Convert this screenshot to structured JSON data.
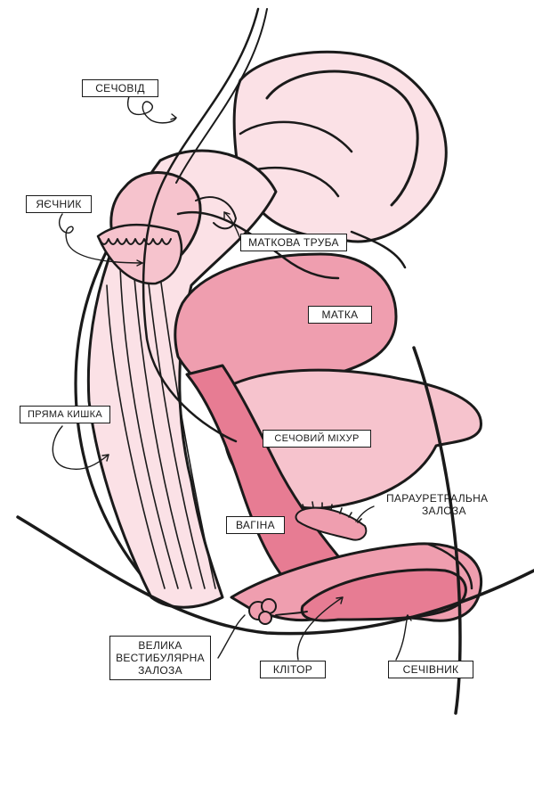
{
  "labels": {
    "ureter": "СЕЧОВІД",
    "ovary": "ЯЄЧНИК",
    "fallopian_tube": "МАТКОВА ТРУБА",
    "uterus": "МАТКА",
    "rectum": "ПРЯМА КИШКА",
    "bladder": "СЕЧОВИЙ МІХУР",
    "vagina": "ВАГІНА",
    "paraurethral_line1": "ПАРАУРЕТРАЛЬНА",
    "paraurethral_line2": "ЗАЛОЗА",
    "bartholin_line1": "ВЕЛИКА",
    "bartholin_line2": "ВЕСТИБУЛЯРНА",
    "bartholin_line3": "ЗАЛОЗА",
    "clitoris": "КЛІТОР",
    "urethra": "СЕЧІВНИК"
  },
  "colors": {
    "outline": "#1a1a1a",
    "pale_pink": "#fbe1e6",
    "light_pink": "#f6c3cd",
    "medium_pink": "#ef9eaf",
    "deep_pink": "#e77c93"
  }
}
